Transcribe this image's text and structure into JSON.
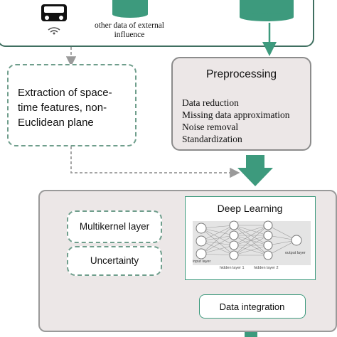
{
  "top": {
    "external_label_line1": "other data of external",
    "external_label_line2": "influence"
  },
  "extraction": {
    "line1": "Extraction of space-",
    "line2": "time features, non-",
    "line3": "Euclidean plane"
  },
  "preprocessing": {
    "title": "Preprocessing",
    "items": [
      "Data reduction",
      "Missing data approximation",
      "Noise removal",
      "Standardization"
    ]
  },
  "model": {
    "multikernel": "Multikernel layer",
    "uncertainty": "Uncertainty",
    "deep_learning": {
      "title": "Deep Learning",
      "input_label": "input layer",
      "hidden1_label": "hidden layer 1",
      "hidden2_label": "hidden layer 2",
      "output_label": "output layer"
    },
    "integration": "Data integration"
  },
  "colors": {
    "accent_green": "#4f7f6e",
    "arrow_green": "#3d9a7d",
    "panel_grey": "#ece7e7"
  }
}
